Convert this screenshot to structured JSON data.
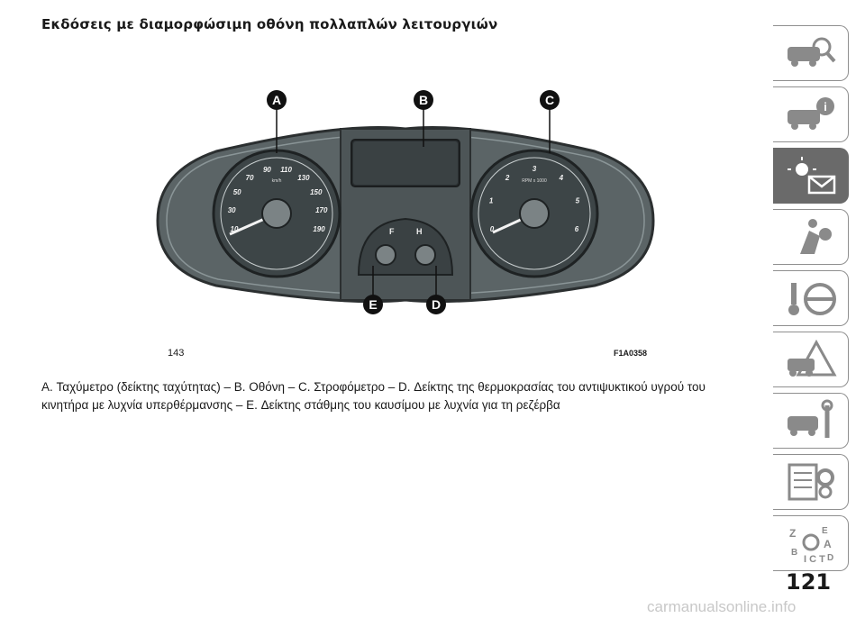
{
  "page": {
    "title": "Εκδόσεις με διαμορφώσιμη οθόνη πολλαπλών λειτουργιών",
    "figure_number": "143",
    "figure_code": "F1A0358",
    "caption": "A. Ταχύμετρο (δείκτης ταχύτητας) – B. Οθόνη – C. Στροφόμετρο – D. Δείκτης της θερμοκρασίας του αντιψυκτικού υγρού του κινητήρα με λυχνία υπερθέρμανσης – E. Δείκτης στάθμης του καυσίμου με λυχνία για τη ρεζέρβα",
    "page_number": "121",
    "watermark": "carmanualsonline.info"
  },
  "figure": {
    "callouts": [
      "A",
      "B",
      "C",
      "D",
      "E"
    ],
    "speedo_unit": "km/h",
    "speedo_ticks": [
      "10",
      "30",
      "50",
      "70",
      "90",
      "110",
      "130",
      "150",
      "170",
      "190"
    ],
    "tacho_unit": "RPM x 1000",
    "tacho_ticks": [
      "0",
      "1",
      "2",
      "3",
      "4",
      "5",
      "6"
    ],
    "fuel_label": "F",
    "temp_label": "H"
  },
  "sidebar": {
    "tabs": [
      {
        "icon": "car-search-icon",
        "active": false
      },
      {
        "icon": "car-info-icon",
        "active": false
      },
      {
        "icon": "warning-light-message-icon",
        "active": true
      },
      {
        "icon": "seat-airbag-icon",
        "active": false
      },
      {
        "icon": "key-steering-wheel-icon",
        "active": false
      },
      {
        "icon": "car-emergency-icon",
        "active": false
      },
      {
        "icon": "car-wrench-icon",
        "active": false
      },
      {
        "icon": "spec-sheet-gear-icon",
        "active": false
      },
      {
        "icon": "alphabet-index-icon",
        "active": false
      }
    ]
  }
}
